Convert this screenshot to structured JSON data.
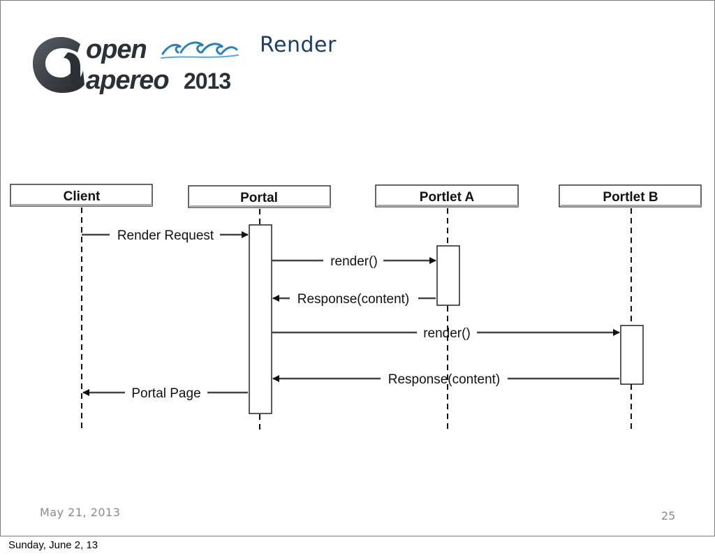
{
  "slide": {
    "title": "Render",
    "date": "May 21, 2013",
    "page_number": "25"
  },
  "logo": {
    "word_top": "open",
    "word_bottom": "apereo",
    "year": "2013"
  },
  "diagram": {
    "participants": [
      "Client",
      "Portal",
      "Portlet A",
      "Portlet B"
    ],
    "messages": [
      {
        "label": "Render Request",
        "from": "Client",
        "to": "Portal"
      },
      {
        "label": "render()",
        "from": "Portal",
        "to": "Portlet A"
      },
      {
        "label": "Response(content)",
        "from": "Portlet A",
        "to": "Portal"
      },
      {
        "label": "render()",
        "from": "Portal",
        "to": "Portlet B"
      },
      {
        "label": "Response(content)",
        "from": "Portlet B",
        "to": "Portal"
      },
      {
        "label": "Portal Page",
        "from": "Portal",
        "to": "Client"
      }
    ]
  },
  "footer": {
    "caption": "Sunday, June 2, 13"
  },
  "colors": {
    "title": "#1d3d66",
    "logo_dark": "#2b2f36",
    "logo_wave": "#2c7fb8"
  }
}
